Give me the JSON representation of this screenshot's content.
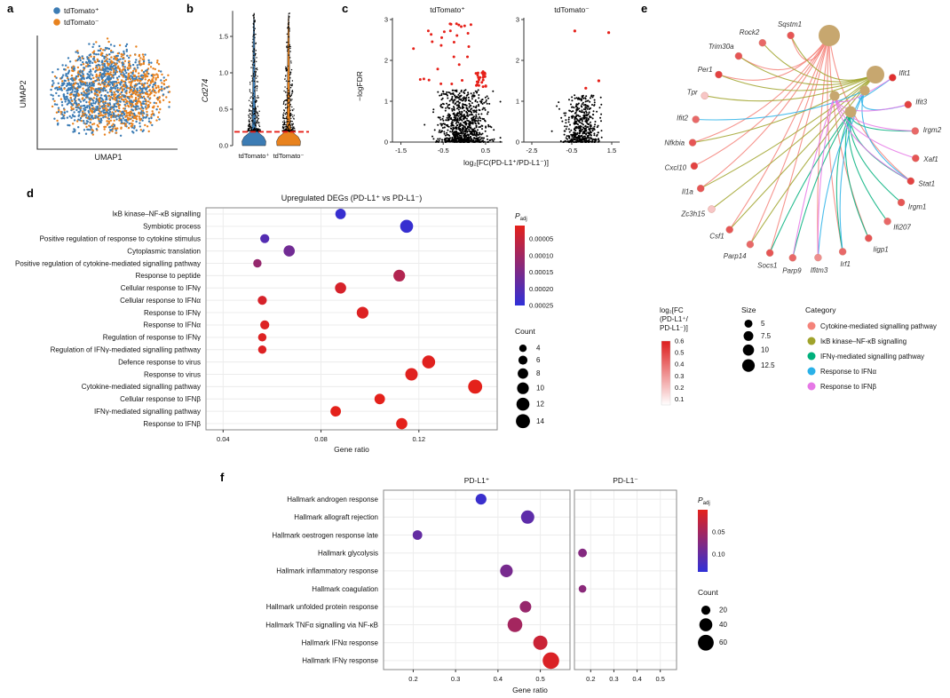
{
  "panels": {
    "a": "a",
    "b": "b",
    "c": "c",
    "d": "d",
    "e": "e",
    "f": "f"
  },
  "colors": {
    "tdtomato_pos": "#3c7cb4",
    "tdtomato_neg": "#e8821e",
    "significant": "#e62019",
    "padj_red": "#e4211b",
    "padj_blue": "#3030d8",
    "fc_red": "#dd1c1c",
    "hub_tan": "#c7a76f",
    "point_black": "#000000"
  },
  "chart_data": [
    {
      "panel": "a",
      "type": "scatter",
      "xlabel": "UMAP1",
      "ylabel": "UMAP2",
      "point_count": 1700,
      "legend": [
        {
          "label": "tdTomato⁺",
          "color": "#3c7cb4"
        },
        {
          "label": "tdTomato⁻",
          "color": "#e8821e"
        }
      ],
      "description": "UMAP embedding; tdTomato⁺ (blue) and tdTomato⁻ (orange) cells intermixed in a single cluster"
    },
    {
      "panel": "b",
      "type": "violin",
      "ylabel": "Cd274",
      "categories": [
        "tdTomato⁺",
        "tdTomato⁻"
      ],
      "colors": [
        "#3c7cb4",
        "#e8821e"
      ],
      "yticks": [
        0,
        0.5,
        1,
        1.5
      ],
      "ylim": [
        0,
        1.85
      ],
      "threshold_line": 0.19,
      "threshold_color": "#e62019",
      "points_per_group": 270,
      "violin_profile": [
        [
          0,
          13
        ],
        [
          0.06,
          13.5
        ],
        [
          0.12,
          11
        ],
        [
          0.18,
          5
        ],
        [
          0.25,
          2.2
        ],
        [
          0.5,
          1.6
        ],
        [
          1,
          1.2
        ],
        [
          1.5,
          0.9
        ],
        [
          1.75,
          0.4
        ],
        [
          1.8,
          0
        ]
      ]
    },
    {
      "panel": "c",
      "type": "volcano",
      "xlabel": "log₂[FC(PD-L1⁺/PD-L1⁻)]",
      "ylabel": "−logFDR",
      "yticks": [
        0,
        1,
        2,
        3
      ],
      "ylim": [
        0,
        3
      ],
      "sig_color": "#e62019",
      "facets": [
        {
          "title": "tdTomato⁺",
          "xlim": [
            -1.7,
            0.9
          ],
          "xticks": [
            -1.5,
            -0.5,
            0.5
          ],
          "n_black": 850,
          "spread": 0.54,
          "center": -0.02,
          "ymax_black": 1.28,
          "red_clusters": [
            {
              "n": 26,
              "x": [
                0.25,
                0.55
              ],
              "y": [
                1.35,
                1.75
              ]
            },
            {
              "n": 22,
              "x": [
                -1.35,
                0.2
              ],
              "y": [
                1.4,
                2.75
              ]
            },
            {
              "n": 7,
              "x": [
                -0.55,
                0.35
              ],
              "y": [
                2.82,
                2.92
              ]
            }
          ]
        },
        {
          "title": "tdTomato⁻",
          "xlim": [
            -2.9,
            1.9
          ],
          "xticks": [
            -2.5,
            -0.5,
            1.5
          ],
          "n_black": 480,
          "spread": 0.8,
          "center": 0,
          "ymax_black": 1.15,
          "red_points": [
            [
              -0.35,
              2.72
            ],
            [
              1.35,
              2.68
            ],
            [
              0.85,
              1.5
            ],
            [
              0.2,
              1.32
            ]
          ]
        }
      ]
    },
    {
      "panel": "d",
      "type": "dotplot",
      "title": "Upregulated DEGs (PD-L1⁺ vs PD-L1⁻)",
      "xlabel": "Gene ratio",
      "xticks": [
        0.04,
        0.08,
        0.12
      ],
      "xlim": [
        0.033,
        0.152
      ],
      "padj_range": [
        1e-05,
        0.00026
      ],
      "rows": [
        {
          "label": "IκB kinase–NF-κB signalling",
          "ratio": 0.088,
          "padj": 0.00025,
          "count": 8
        },
        {
          "label": "Symbiotic process",
          "ratio": 0.115,
          "padj": 0.00025,
          "count": 12
        },
        {
          "label": "Positive regulation of response to cytokine stimulus",
          "ratio": 0.057,
          "padj": 0.00021,
          "count": 6
        },
        {
          "label": "Cytoplasmic translation",
          "ratio": 0.067,
          "padj": 0.00017,
          "count": 9
        },
        {
          "label": "Positive regulation of cytokine-mediated signalling pathway",
          "ratio": 0.054,
          "padj": 0.00012,
          "count": 5
        },
        {
          "label": "Response to peptide",
          "ratio": 0.112,
          "padj": 8e-05,
          "count": 10
        },
        {
          "label": "Cellular response to IFNγ",
          "ratio": 0.088,
          "padj": 3e-05,
          "count": 9
        },
        {
          "label": "Cellular response to IFNα",
          "ratio": 0.056,
          "padj": 3e-05,
          "count": 6
        },
        {
          "label": "Response to IFNγ",
          "ratio": 0.097,
          "padj": 2e-05,
          "count": 10
        },
        {
          "label": "Response to IFNα",
          "ratio": 0.057,
          "padj": 2e-05,
          "count": 6
        },
        {
          "label": "Regulation of response to IFNγ",
          "ratio": 0.056,
          "padj": 2e-05,
          "count": 5
        },
        {
          "label": "Regulation of IFNγ-mediated signalling pathway",
          "ratio": 0.056,
          "padj": 2e-05,
          "count": 5
        },
        {
          "label": "Defence response to virus",
          "ratio": 0.124,
          "padj": 1.5e-05,
          "count": 12
        },
        {
          "label": "Response to virus",
          "ratio": 0.117,
          "padj": 1.5e-05,
          "count": 11
        },
        {
          "label": "Cytokine-mediated signalling pathway",
          "ratio": 0.143,
          "padj": 1e-05,
          "count": 14
        },
        {
          "label": "Cellular response to IFNβ",
          "ratio": 0.104,
          "padj": 1e-05,
          "count": 8
        },
        {
          "label": "IFNγ-mediated signalling pathway",
          "ratio": 0.086,
          "padj": 1e-05,
          "count": 8
        },
        {
          "label": "Response to IFNβ",
          "ratio": 0.113,
          "padj": 1e-05,
          "count": 9
        }
      ],
      "legend_padj": {
        "symbol": "P",
        "subscript": "adj",
        "ticks": [
          5e-05,
          0.0001,
          0.00015,
          0.0002,
          0.00025
        ]
      },
      "legend_count": {
        "title": "Count",
        "sizes": [
          4,
          6,
          8,
          10,
          12,
          14
        ]
      }
    },
    {
      "panel": "e",
      "type": "network",
      "hub_color": "#c7a76f",
      "genes": [
        {
          "name": "Sqstm1",
          "angle": 97,
          "fc": 0.5
        },
        {
          "name": "Rock2",
          "angle": 112,
          "fc": 0.45
        },
        {
          "name": "Trim30a",
          "angle": 126,
          "fc": 0.5
        },
        {
          "name": "Per1",
          "angle": 140,
          "fc": 0.55
        },
        {
          "name": "Tpr",
          "angle": 153,
          "fc": 0.2
        },
        {
          "name": "Ifit2",
          "angle": 166,
          "fc": 0.45
        },
        {
          "name": "Nfkbia",
          "angle": 178,
          "fc": 0.5
        },
        {
          "name": "Cxcl10",
          "angle": 190,
          "fc": 0.55
        },
        {
          "name": "Il1a",
          "angle": 202,
          "fc": 0.5
        },
        {
          "name": "Zc3h15",
          "angle": 214,
          "fc": 0.2
        },
        {
          "name": "Csf1",
          "angle": 228,
          "fc": 0.5
        },
        {
          "name": "Parp14",
          "angle": 241,
          "fc": 0.45
        },
        {
          "name": "Socs1",
          "angle": 252,
          "fc": 0.5
        },
        {
          "name": "Parp9",
          "angle": 264,
          "fc": 0.45
        },
        {
          "name": "Ifitm3",
          "angle": 277,
          "fc": 0.35
        },
        {
          "name": "Irf1",
          "angle": 290,
          "fc": 0.45
        },
        {
          "name": "Iigp1",
          "angle": 305,
          "fc": 0.5
        },
        {
          "name": "Ifi207",
          "angle": 318,
          "fc": 0.45
        },
        {
          "name": "Irgm1",
          "angle": 330,
          "fc": 0.5
        },
        {
          "name": "Stat1",
          "angle": 342,
          "fc": 0.55
        },
        {
          "name": "Xaf1",
          "angle": 354,
          "fc": 0.5
        },
        {
          "name": "Irgm2",
          "angle": 8,
          "fc": 0.45
        },
        {
          "name": "Ifit3",
          "angle": 22,
          "fc": 0.55
        },
        {
          "name": "Ifit1",
          "angle": 38,
          "fc": 0.6
        }
      ],
      "categories": [
        {
          "name": "Cytokine-mediated signalling pathway",
          "color": "#f4837a",
          "hub": [
            206,
            38
          ],
          "hub_r": 12,
          "genes": [
            "Cxcl10",
            "Il1a",
            "Csf1",
            "Socs1",
            "Irf1",
            "Stat1",
            "Nfkbia",
            "Parp14",
            "Trim30a",
            "Per1",
            "Sqstm1",
            "Ifitm3",
            "Iigp1"
          ]
        },
        {
          "name": "IκB kinase–NF-κB signalling",
          "color": "#a0a32c",
          "hub": [
            258,
            82
          ],
          "hub_r": 10,
          "genes": [
            "Sqstm1",
            "Rock2",
            "Trim30a",
            "Per1",
            "Tpr",
            "Zc3h15",
            "Nfkbia",
            "Il1a",
            "Csf1",
            "Parp14"
          ]
        },
        {
          "name": "IFNγ-mediated signalling pathway",
          "color": "#00b07c",
          "hub": [
            230,
            124
          ],
          "hub_r": 6.5,
          "genes": [
            "Stat1",
            "Irf1",
            "Irgm1",
            "Irgm2",
            "Iigp1",
            "Ifi207",
            "Socs1",
            "Parp9"
          ]
        },
        {
          "name": "Response to IFNα",
          "color": "#2ab1e8",
          "hub": [
            246,
            100
          ],
          "hub_r": 5.5,
          "genes": [
            "Ifit1",
            "Ifit2",
            "Ifit3",
            "Ifitm3",
            "Irf1",
            "Stat1"
          ]
        },
        {
          "name": "Response to IFNβ",
          "color": "#e678e6",
          "hub": [
            212,
            106
          ],
          "hub_r": 5.5,
          "genes": [
            "Ifit1",
            "Ifit3",
            "Xaf1",
            "Ifitm3",
            "Stat1",
            "Irgm2",
            "Parp9"
          ]
        }
      ],
      "fc_legend": {
        "title_lines": [
          "log₂[FC",
          "(PD-L1⁺/",
          "PD-L1⁻)]"
        ],
        "ticks": [
          0.6,
          0.5,
          0.4,
          0.3,
          0.2,
          0.1
        ],
        "range": [
          0.05,
          0.65
        ]
      },
      "size_legend": {
        "title": "Size",
        "sizes": [
          5,
          7.5,
          10,
          12.5
        ]
      },
      "category_legend_title": "Category"
    },
    {
      "panel": "f",
      "type": "dotplot_faceted",
      "facets": [
        "PD-L1⁺",
        "PD-L1⁻"
      ],
      "xlabel": "Gene ratio",
      "xticks": [
        0.2,
        0.3,
        0.4,
        0.5
      ],
      "xlim": [
        0.13,
        0.57
      ],
      "padj_range": [
        0,
        0.14
      ],
      "rows": [
        {
          "label": "Hallmark androgen response",
          "plus": {
            "ratio": 0.36,
            "padj": 0.132,
            "count": 28
          },
          "minus": null
        },
        {
          "label": "Hallmark allograft rejection",
          "plus": {
            "ratio": 0.47,
            "padj": 0.105,
            "count": 42
          },
          "minus": null
        },
        {
          "label": "Hallmark oestrogen response late",
          "plus": {
            "ratio": 0.21,
            "padj": 0.1,
            "count": 22
          },
          "minus": null
        },
        {
          "label": "Hallmark glycolysis",
          "plus": null,
          "minus": {
            "ratio": 0.165,
            "padj": 0.075,
            "count": 18
          }
        },
        {
          "label": "Hallmark inflammatory response",
          "plus": {
            "ratio": 0.42,
            "padj": 0.085,
            "count": 38
          },
          "minus": null
        },
        {
          "label": "Hallmark coagulation",
          "plus": null,
          "minus": {
            "ratio": 0.165,
            "padj": 0.07,
            "count": 14
          }
        },
        {
          "label": "Hallmark unfolded protein response",
          "plus": {
            "ratio": 0.465,
            "padj": 0.06,
            "count": 32
          },
          "minus": null
        },
        {
          "label": "Hallmark TNFα signalling via NF-κB",
          "plus": {
            "ratio": 0.44,
            "padj": 0.05,
            "count": 52
          },
          "minus": null
        },
        {
          "label": "Hallmark IFNα response",
          "plus": {
            "ratio": 0.5,
            "padj": 0.02,
            "count": 48
          },
          "minus": null
        },
        {
          "label": "Hallmark IFNγ response",
          "plus": {
            "ratio": 0.525,
            "padj": 0.008,
            "count": 65
          },
          "minus": null
        }
      ],
      "legend_padj": {
        "symbol": "P",
        "subscript": "adj",
        "ticks": [
          0.05,
          0.1
        ]
      },
      "legend_count": {
        "title": "Count",
        "sizes": [
          20,
          40,
          60
        ]
      }
    }
  ]
}
